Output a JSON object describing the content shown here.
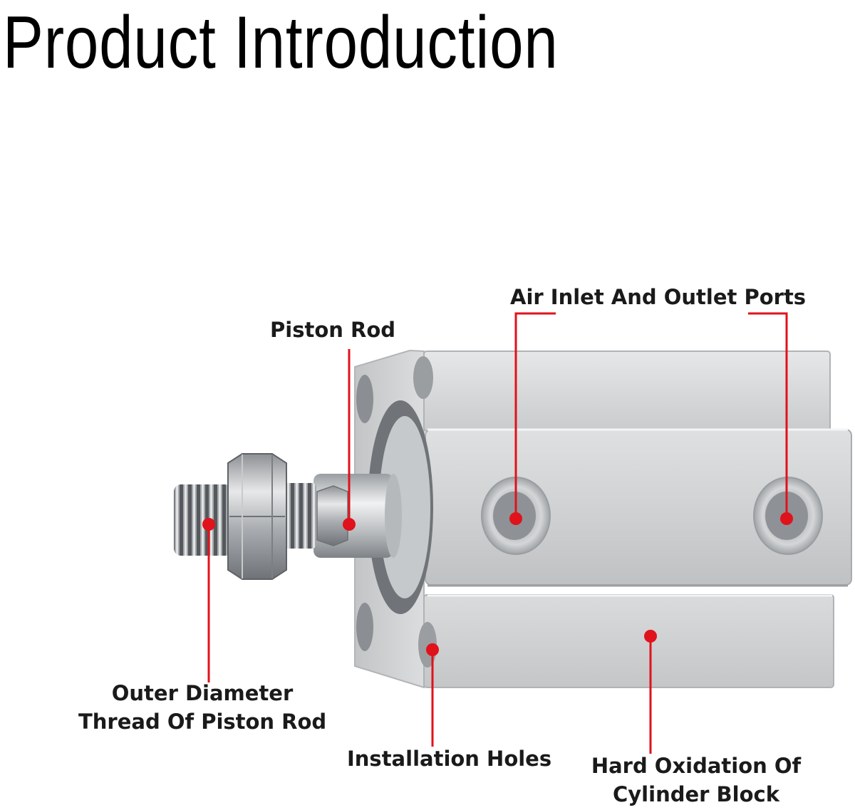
{
  "title": "Product Introduction",
  "accent_color": "#e0121b",
  "callouts": {
    "piston_rod": "Piston Rod",
    "air_ports": "Air Inlet And Outlet Ports",
    "outer_thread_line1": "Outer Diameter",
    "outer_thread_line2": "Thread Of Piston Rod",
    "installation_holes": "Installation Holes",
    "hard_oxidation_line1": "Hard Oxidation Of",
    "hard_oxidation_line2": "Cylinder Block"
  }
}
